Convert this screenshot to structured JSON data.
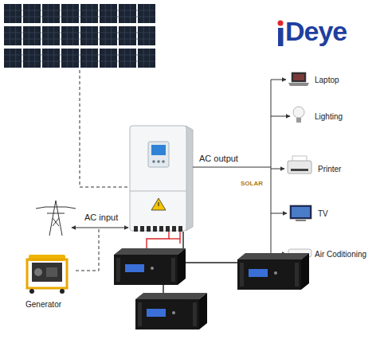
{
  "diagram": {
    "nodes": [
      {
        "text": [
          "Laptop"
        ]
      },
      {
        "text": [
          "Lighting"
        ]
      },
      {
        "text": [
          "Printer"
        ]
      },
      {
        "text": [
          "TV"
        ]
      },
      {
        "text": [
          "Air Coditioning"
        ]
      },
      {
        "text": [
          "Generator"
        ]
      }
    ],
    "labels": [
      "Deye",
      "AC output",
      "AC input",
      "SOLAR"
    ]
  }
}
